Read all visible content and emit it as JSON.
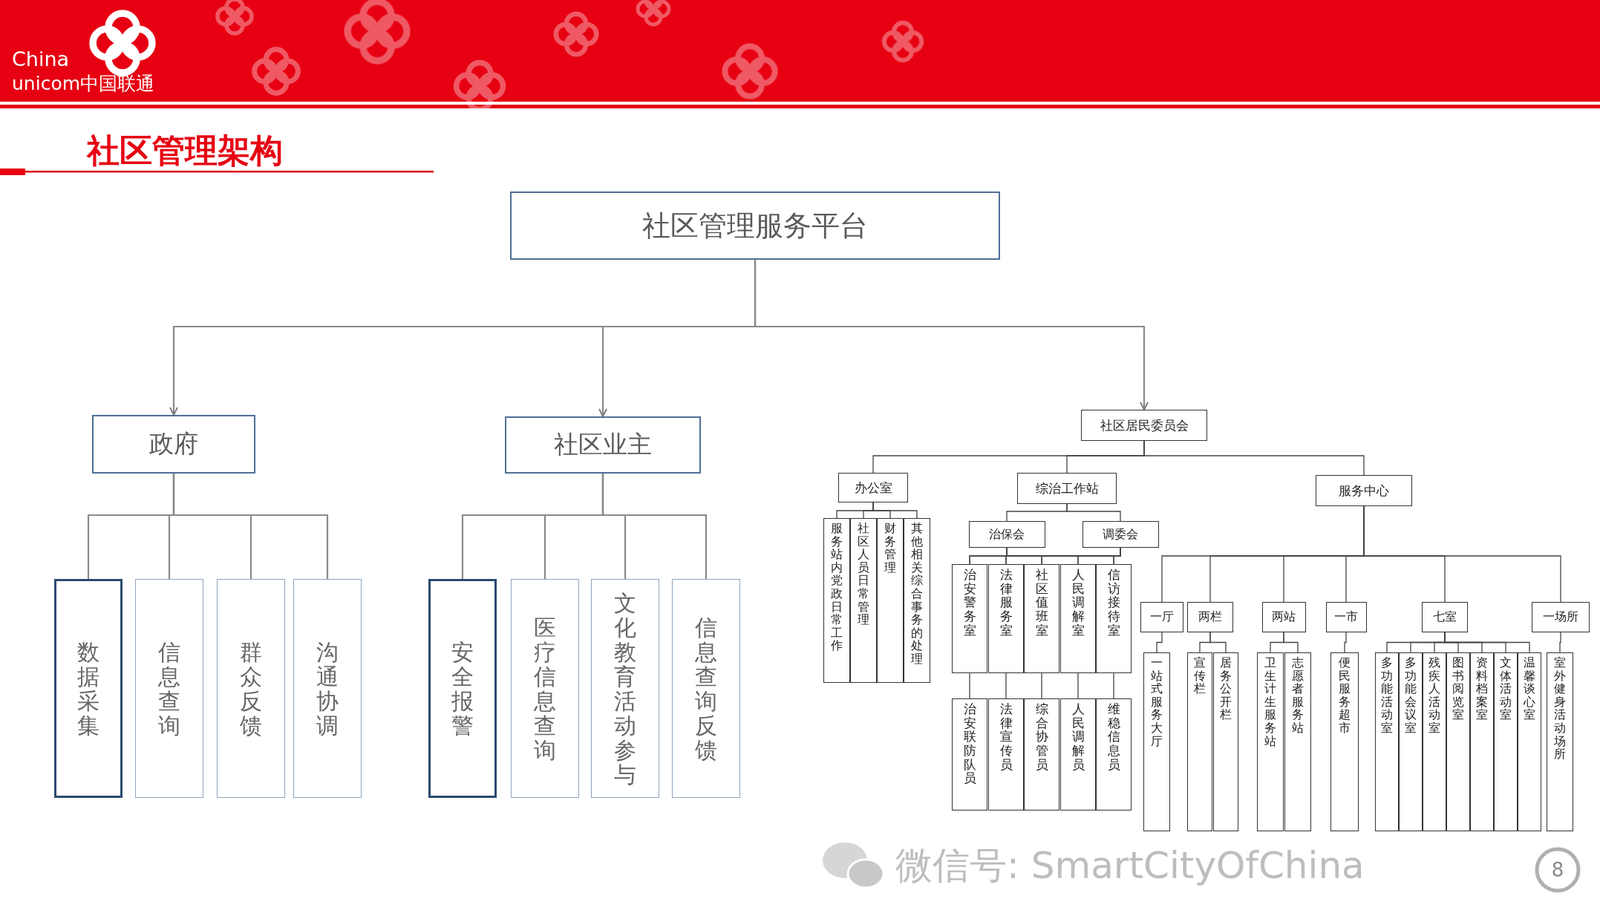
{
  "diagram": {
    "title": "社区管理架构",
    "nodes": [
      {
        "text": [
          "社区管理服务平台"
        ]
      },
      {
        "text": [
          "政府"
        ]
      },
      {
        "text": [
          "社区业主"
        ]
      },
      {
        "text": [
          "社区居民委员会"
        ]
      },
      {
        "text": [
          "数据采集"
        ]
      },
      {
        "text": [
          "信息查询"
        ]
      },
      {
        "text": [
          "群众反馈"
        ]
      },
      {
        "text": [
          "沟通协调"
        ]
      },
      {
        "text": [
          "安全报警"
        ]
      },
      {
        "text": [
          "医疗信息查询"
        ]
      },
      {
        "text": [
          "文化教育活动参与"
        ]
      },
      {
        "text": [
          "信息查询反馈"
        ]
      },
      {
        "text": [
          "办公室"
        ]
      },
      {
        "text": [
          "综治工作站"
        ]
      },
      {
        "text": [
          "服务中心"
        ]
      },
      {
        "text": [
          "服务站内党政日常工作"
        ]
      },
      {
        "text": [
          "社区人员日常管理"
        ]
      },
      {
        "text": [
          "财务管理"
        ]
      },
      {
        "text": [
          "其他相关综合事务的处理"
        ]
      },
      {
        "text": [
          "治保会"
        ]
      },
      {
        "text": [
          "调委会"
        ]
      },
      {
        "text": [
          "治安警务室"
        ]
      },
      {
        "text": [
          "法律服务室"
        ]
      },
      {
        "text": [
          "社区值班室"
        ]
      },
      {
        "text": [
          "人民调解室"
        ]
      },
      {
        "text": [
          "信访接待室"
        ]
      },
      {
        "text": [
          "治安联防队员"
        ]
      },
      {
        "text": [
          "法律宣传员"
        ]
      },
      {
        "text": [
          "综合协管员"
        ]
      },
      {
        "text": [
          "人民调解员"
        ]
      },
      {
        "text": [
          "维稳信息员"
        ]
      },
      {
        "text": [
          "一厅"
        ]
      },
      {
        "text": [
          "两栏"
        ]
      },
      {
        "text": [
          "两站"
        ]
      },
      {
        "text": [
          "一市"
        ]
      },
      {
        "text": [
          "七室"
        ]
      },
      {
        "text": [
          "一场所"
        ]
      },
      {
        "text": [
          "一站式服务大厅"
        ]
      },
      {
        "text": [
          "宣传栏"
        ]
      },
      {
        "text": [
          "居务公开栏"
        ]
      },
      {
        "text": [
          "卫生计生服务站"
        ]
      },
      {
        "text": [
          "志愿者服务站"
        ]
      },
      {
        "text": [
          "便民服务超市"
        ]
      },
      {
        "text": [
          "多功能活动室"
        ]
      },
      {
        "text": [
          "多功能会议室"
        ]
      },
      {
        "text": [
          "残疾人活动室"
        ]
      },
      {
        "text": [
          "图书阅览室"
        ]
      },
      {
        "text": [
          "资料档案室"
        ]
      },
      {
        "text": [
          "文体活动室"
        ]
      },
      {
        "text": [
          "温馨谈心室"
        ]
      },
      {
        "text": [
          "室外健身活动场所"
        ]
      }
    ],
    "edges": [
      {
        "from": 0,
        "to": 1,
        "arrow": "to"
      },
      {
        "from": 0,
        "to": 2,
        "arrow": "to"
      },
      {
        "from": 0,
        "to": 3,
        "arrow": "to"
      },
      {
        "from": 1,
        "to": 4,
        "arrow": "none"
      },
      {
        "from": 1,
        "to": 5,
        "arrow": "none"
      },
      {
        "from": 1,
        "to": 6,
        "arrow": "none"
      },
      {
        "from": 1,
        "to": 7,
        "arrow": "none"
      },
      {
        "from": 2,
        "to": 8,
        "arrow": "none"
      },
      {
        "from": 2,
        "to": 9,
        "arrow": "none"
      },
      {
        "from": 2,
        "to": 10,
        "arrow": "none"
      },
      {
        "from": 2,
        "to": 11,
        "arrow": "none"
      },
      {
        "from": 3,
        "to": 12,
        "arrow": "none"
      },
      {
        "from": 3,
        "to": 13,
        "arrow": "none"
      },
      {
        "from": 3,
        "to": 14,
        "arrow": "none"
      },
      {
        "from": 12,
        "to": 15,
        "arrow": "none"
      },
      {
        "from": 12,
        "to": 16,
        "arrow": "none"
      },
      {
        "from": 12,
        "to": 17,
        "arrow": "none"
      },
      {
        "from": 12,
        "to": 18,
        "arrow": "none"
      },
      {
        "from": 13,
        "to": 19,
        "arrow": "none"
      },
      {
        "from": 13,
        "to": 20,
        "arrow": "none"
      },
      {
        "from": 19,
        "to": 21,
        "arrow": "none"
      },
      {
        "from": 19,
        "to": 22,
        "arrow": "none"
      },
      {
        "from": 19,
        "to": 23,
        "arrow": "none"
      },
      {
        "from": 19,
        "to": 24,
        "arrow": "none"
      },
      {
        "from": 19,
        "to": 25,
        "arrow": "none"
      },
      {
        "from": 20,
        "to": 21,
        "arrow": "none"
      },
      {
        "from": 20,
        "to": 22,
        "arrow": "none"
      },
      {
        "from": 20,
        "to": 23,
        "arrow": "none"
      },
      {
        "from": 20,
        "to": 24,
        "arrow": "none"
      },
      {
        "from": 20,
        "to": 25,
        "arrow": "none"
      },
      {
        "from": 21,
        "to": 26,
        "arrow": "none"
      },
      {
        "from": 22,
        "to": 27,
        "arrow": "none"
      },
      {
        "from": 23,
        "to": 28,
        "arrow": "none"
      },
      {
        "from": 24,
        "to": 29,
        "arrow": "none"
      },
      {
        "from": 25,
        "to": 30,
        "arrow": "none"
      },
      {
        "from": 14,
        "to": 31,
        "arrow": "none"
      },
      {
        "from": 14,
        "to": 32,
        "arrow": "none"
      },
      {
        "from": 14,
        "to": 33,
        "arrow": "none"
      },
      {
        "from": 14,
        "to": 34,
        "arrow": "none"
      },
      {
        "from": 14,
        "to": 35,
        "arrow": "none"
      },
      {
        "from": 14,
        "to": 36,
        "arrow": "none"
      },
      {
        "from": 31,
        "to": 37,
        "arrow": "none"
      },
      {
        "from": 32,
        "to": 38,
        "arrow": "none"
      },
      {
        "from": 32,
        "to": 39,
        "arrow": "none"
      },
      {
        "from": 33,
        "to": 40,
        "arrow": "none"
      },
      {
        "from": 33,
        "to": 41,
        "arrow": "none"
      },
      {
        "from": 34,
        "to": 42,
        "arrow": "none"
      },
      {
        "from": 35,
        "to": 43,
        "arrow": "none"
      },
      {
        "from": 35,
        "to": 44,
        "arrow": "none"
      },
      {
        "from": 35,
        "to": 45,
        "arrow": "none"
      },
      {
        "from": 35,
        "to": 46,
        "arrow": "none"
      },
      {
        "from": 35,
        "to": 47,
        "arrow": "none"
      },
      {
        "from": 35,
        "to": 48,
        "arrow": "none"
      },
      {
        "from": 35,
        "to": 49,
        "arrow": "none"
      },
      {
        "from": 36,
        "to": 50,
        "arrow": "none"
      }
    ],
    "labels": [
      "China",
      "unicom中国联通",
      "微信号: SmartCityOfChina",
      "8"
    ]
  }
}
